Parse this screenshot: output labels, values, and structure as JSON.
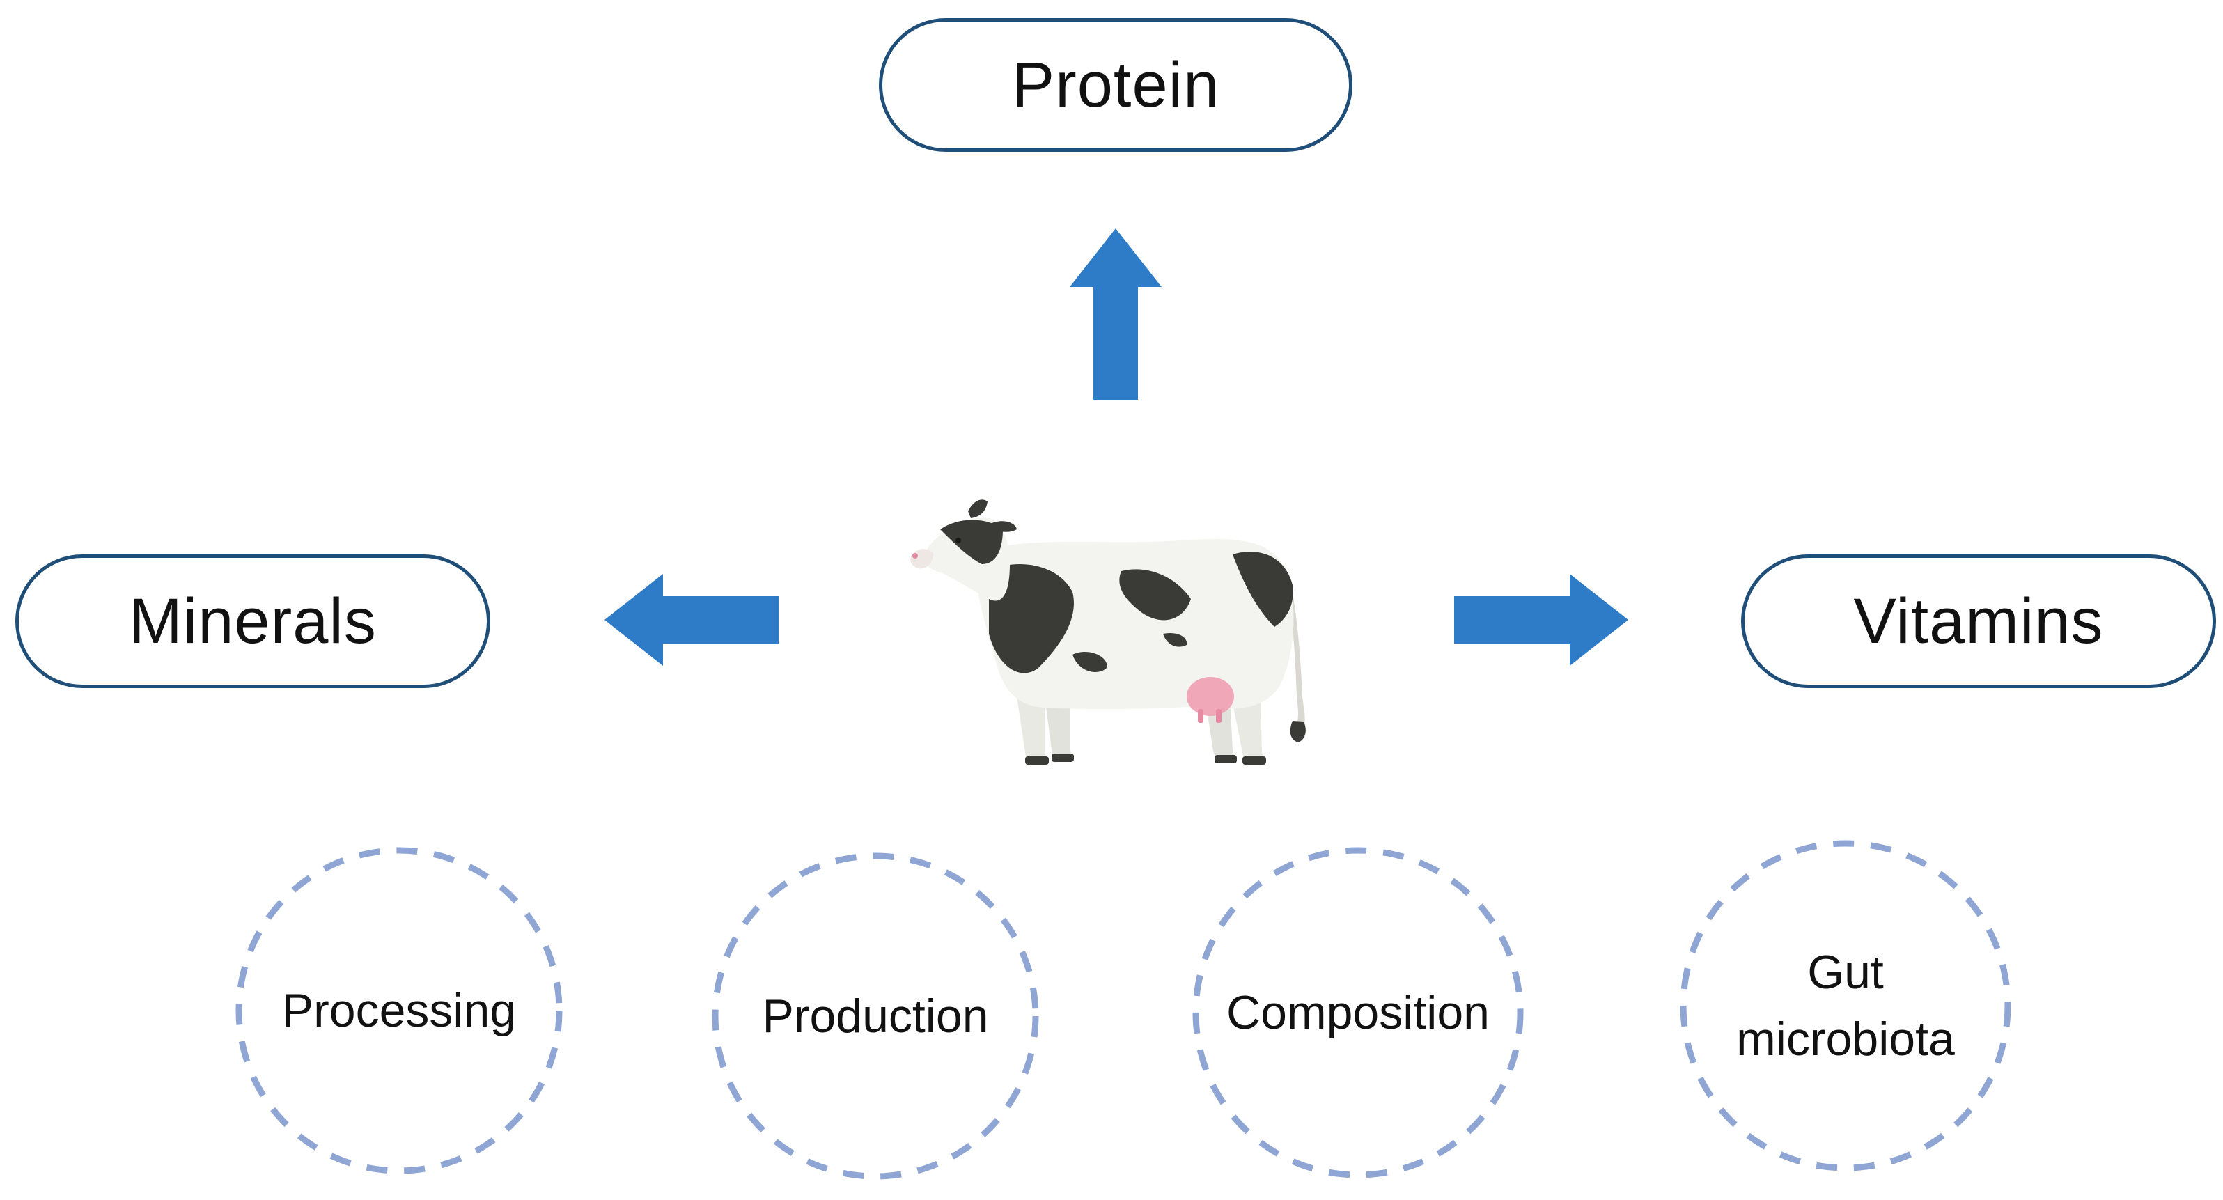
{
  "nutrients": {
    "top": "Protein",
    "left": "Minerals",
    "right": "Vitamins"
  },
  "factors": [
    {
      "label": "Processing"
    },
    {
      "label": "Production"
    },
    {
      "label": "Composition"
    },
    {
      "label": "Gut\nmicrobiota"
    }
  ],
  "colors": {
    "pill_border": "#1f4e79",
    "arrow_fill": "#2e7cc7",
    "dashed_ring": "#8fa6d4",
    "cow_spots": "#3a3a36",
    "cow_body": "#f3f3ef",
    "udder": "#f0a7b8"
  },
  "icons": {
    "center_figure": "dairy-cow-icon",
    "arrows": "block-arrow-icon"
  }
}
